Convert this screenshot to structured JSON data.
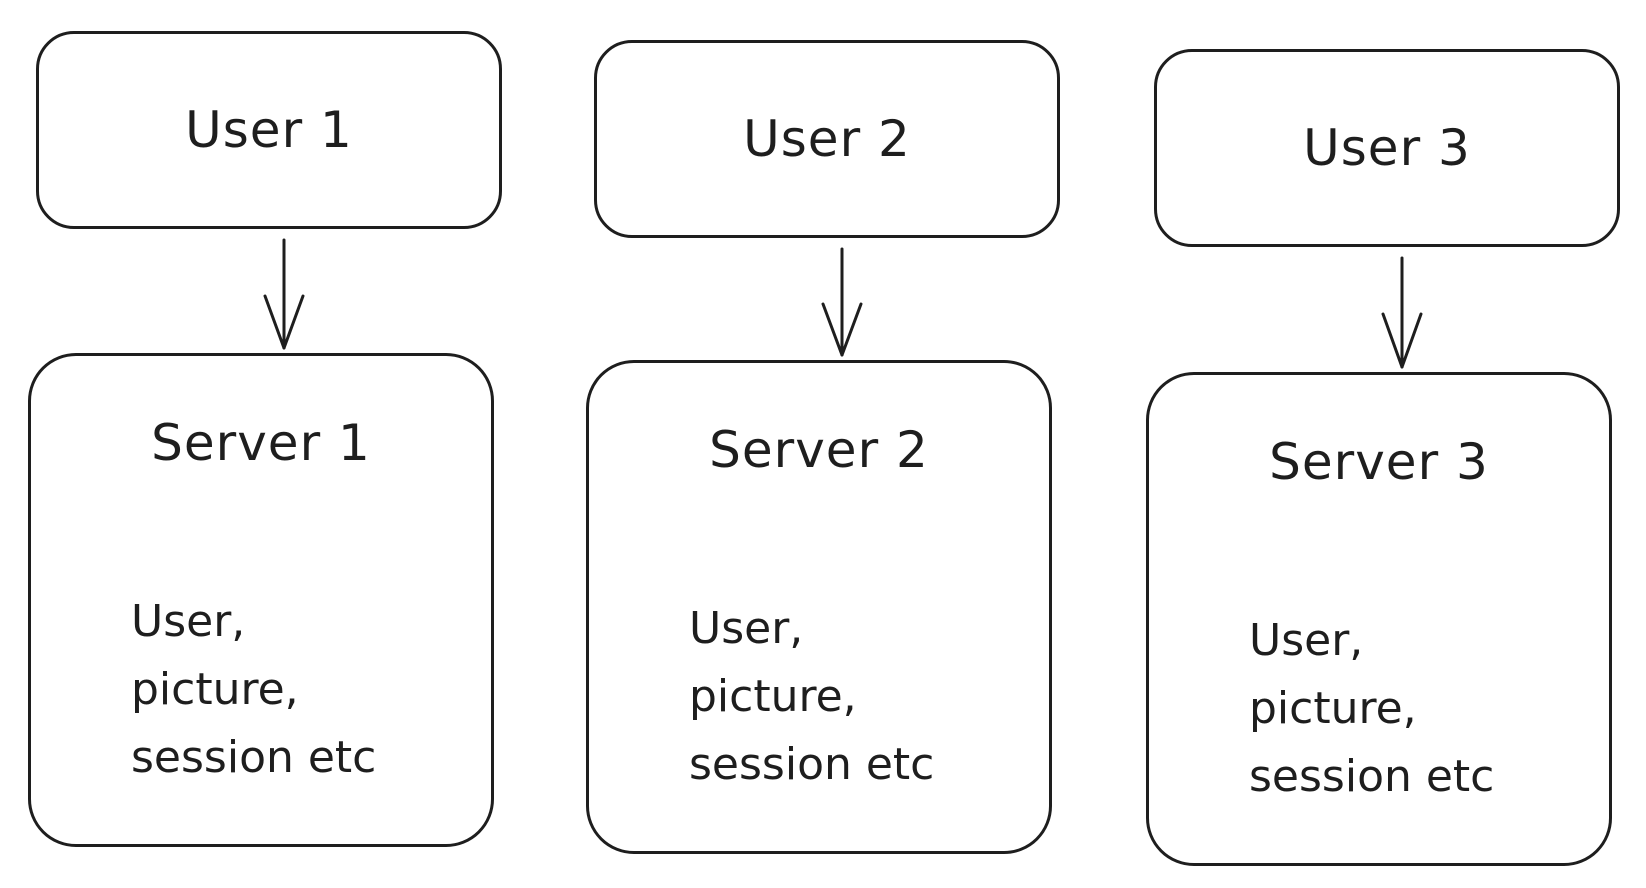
{
  "columns": [
    {
      "user_label": "User 1",
      "server_label": "Server 1",
      "server_details": [
        "User,",
        "picture,",
        "session etc"
      ]
    },
    {
      "user_label": "User 2",
      "server_label": "Server 2",
      "server_details": [
        "User,",
        "picture,",
        "session etc"
      ]
    },
    {
      "user_label": "User 3",
      "server_label": "Server 3",
      "server_details": [
        "User,",
        "picture,",
        "session etc"
      ]
    }
  ],
  "colors": {
    "stroke": "#1e1e1e",
    "background": "#ffffff"
  }
}
